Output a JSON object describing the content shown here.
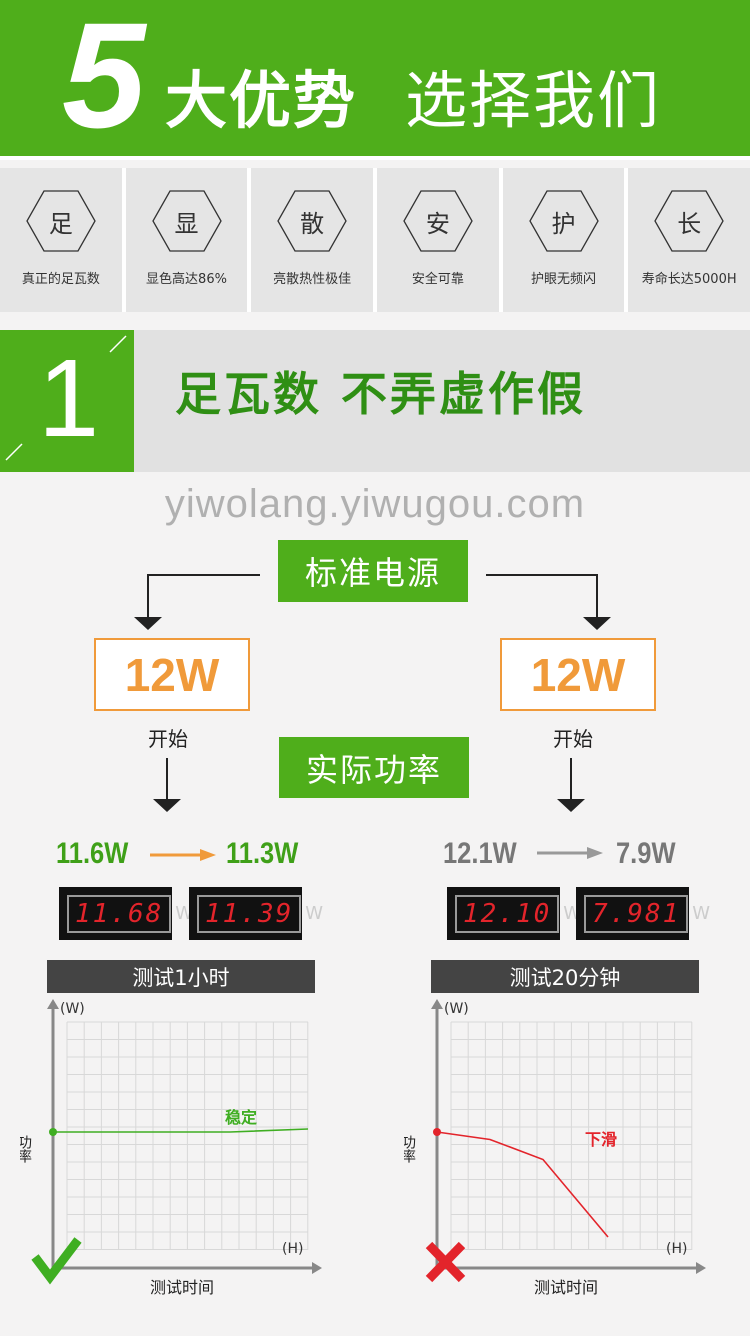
{
  "header": {
    "number": "5",
    "bold": "大优势",
    "light": "选择我们"
  },
  "features": [
    {
      "icon": "足",
      "label": "真正的足瓦数"
    },
    {
      "icon": "显",
      "label": "显色高达86%"
    },
    {
      "icon": "散",
      "label": "亮散热性极佳"
    },
    {
      "icon": "安",
      "label": "安全可靠"
    },
    {
      "icon": "护",
      "label": "护眼无频闪"
    },
    {
      "icon": "长",
      "label": "寿命长达5000H"
    }
  ],
  "section": {
    "number": "1",
    "title": "足瓦数 不弄虚作假"
  },
  "diagram": {
    "source_label": "标准电源",
    "actual_label": "实际功率",
    "left": {
      "rated": "12W",
      "start": "开始",
      "from": "11.6W",
      "to": "11.3W",
      "meter1": "11.68",
      "meter2": "11.39",
      "unit": "W",
      "test": "测试1小时",
      "annotation": "稳定",
      "result": "pass"
    },
    "right": {
      "rated": "12W",
      "start": "开始",
      "from": "12.1W",
      "to": "7.9W",
      "meter1": "12.10",
      "meter2": "7.981",
      "unit": "W",
      "test": "测试20分钟",
      "annotation": "下滑",
      "result": "fail"
    }
  },
  "watermark": "yiwolang.yiwugou.com",
  "colors": {
    "green": "#4fae1b",
    "orange": "#f09a3a",
    "red": "#e3242b"
  },
  "chart_data": [
    {
      "type": "line",
      "title": "测试1小时",
      "ylabel": "功率",
      "yunit": "(W)",
      "xlabel": "测试时间",
      "xunit": "(H)",
      "annotation": "稳定",
      "series": [
        {
          "name": "power",
          "x": [
            0,
            1,
            2,
            3
          ],
          "y": [
            11.6,
            11.6,
            11.6,
            11.3
          ]
        }
      ]
    },
    {
      "type": "line",
      "title": "测试20分钟",
      "ylabel": "功率",
      "yunit": "(W)",
      "xlabel": "测试时间",
      "xunit": "(H)",
      "annotation": "下滑",
      "series": [
        {
          "name": "power",
          "x": [
            0,
            1,
            2,
            3
          ],
          "y": [
            12.1,
            11.8,
            11.0,
            7.9
          ]
        }
      ]
    }
  ]
}
